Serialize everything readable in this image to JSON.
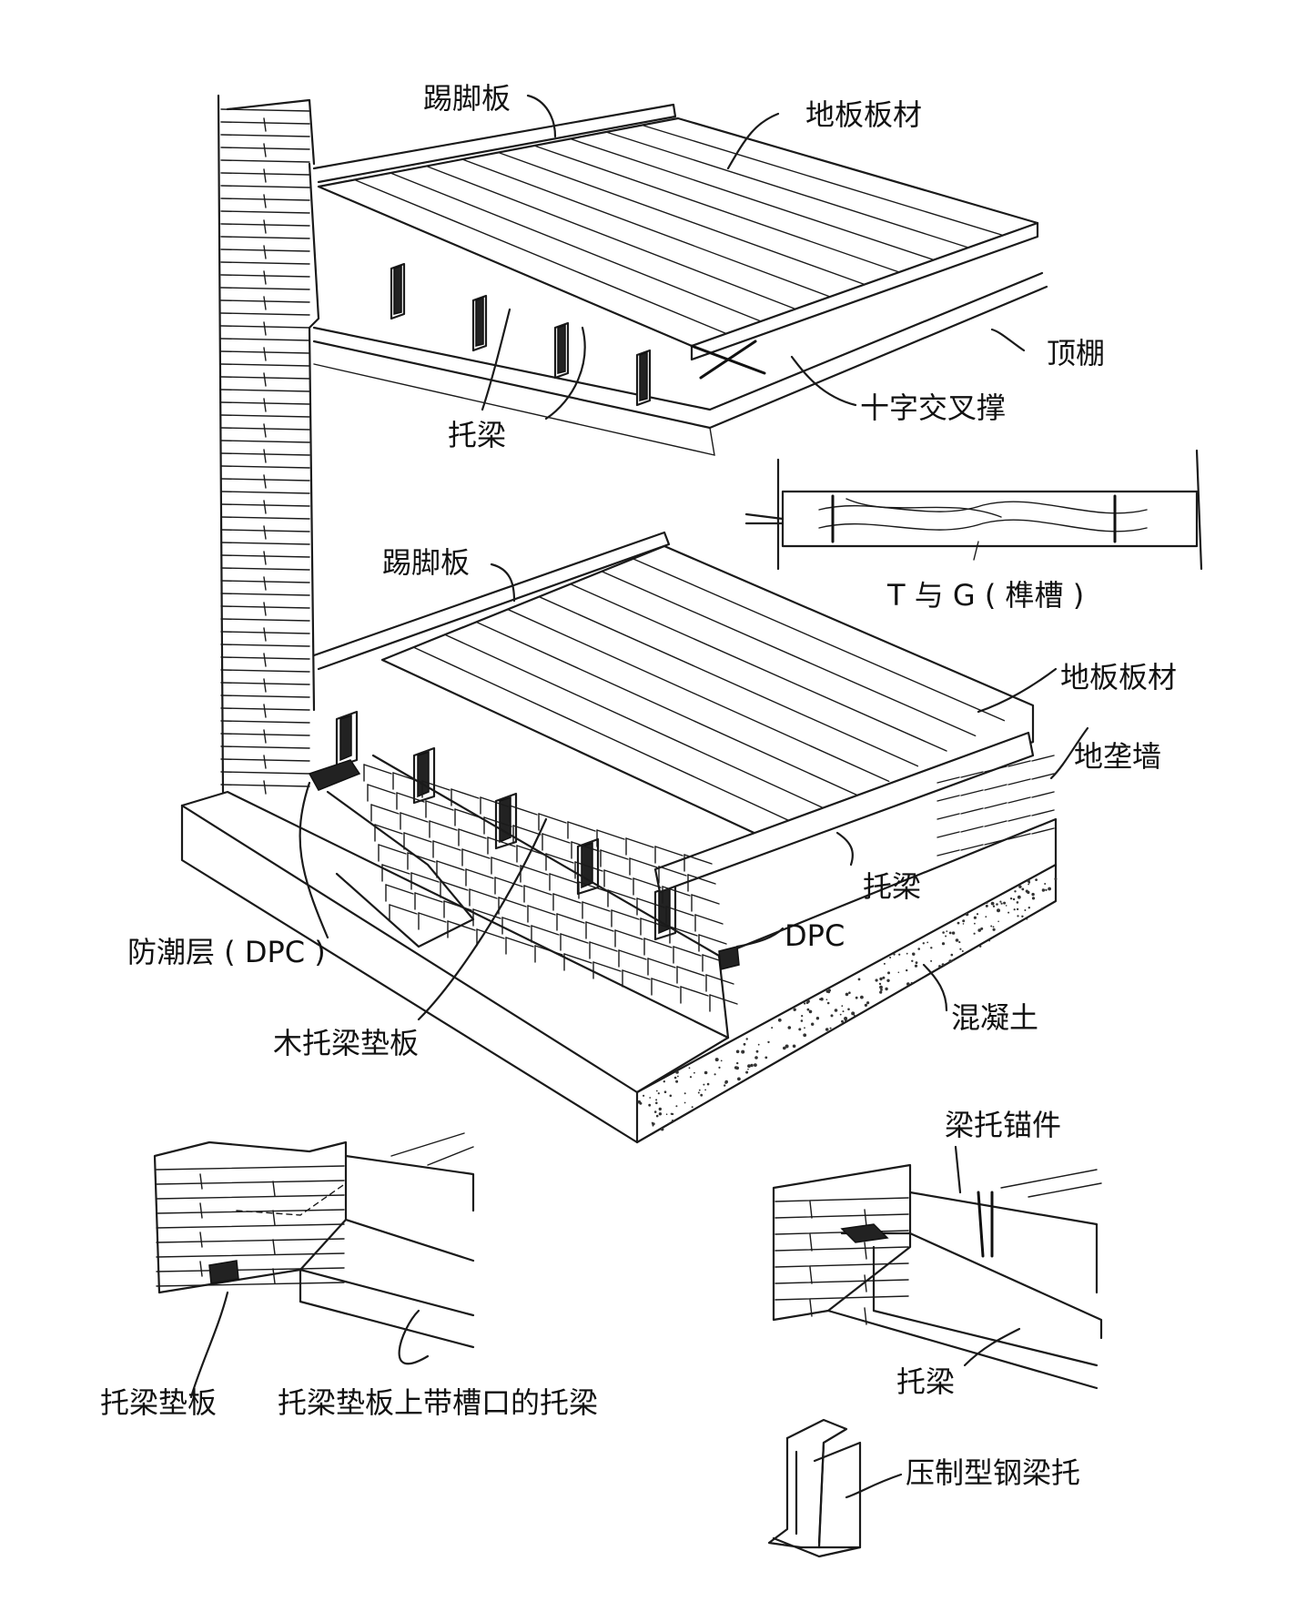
{
  "labels": {
    "skirting_upper": "踢脚板",
    "floorboards_upper": "地板板材",
    "ceiling": "顶棚",
    "herringbone_strutting": "十字交叉撑",
    "joists_upper": "托梁",
    "skirting_lower": "踢脚板",
    "tongue_groove": "T 与 G ( 榫槽 )",
    "floorboards_lower": "地板板材",
    "sleeper_wall": "地垄墙",
    "joists_lower": "托梁",
    "dpc": "DPC",
    "damp_proof_course": "防潮层 ( DPC )",
    "concrete": "混凝土",
    "wall_plate": "木托梁垫板",
    "hanger_anchor": "梁托锚件",
    "joist_bearing_pad": "托梁垫板",
    "notched_joist": "托梁垫板上带槽口的托梁",
    "joist_detail": "托梁",
    "pressed_steel_hanger": "压制型钢梁托"
  }
}
